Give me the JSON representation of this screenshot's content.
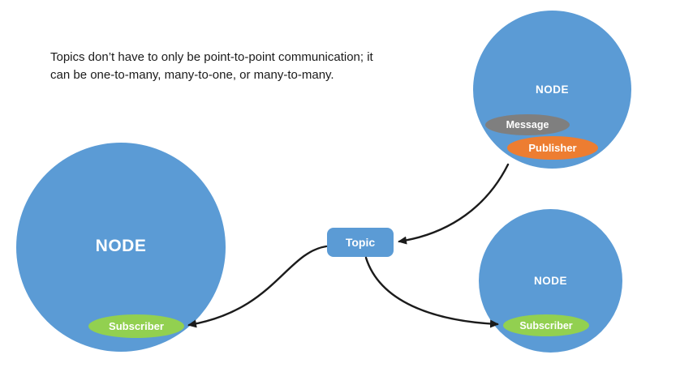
{
  "caption": {
    "line1": "Topics don’t have to only be point-to-point communication; it",
    "line2": "can be one-to-many, many-to-one, or many-to-many."
  },
  "nodes": {
    "left": {
      "label": "NODE"
    },
    "top_right": {
      "label": "NODE"
    },
    "bottom_right": {
      "label": "NODE"
    }
  },
  "badges": {
    "message": {
      "label": "Message",
      "color": "#7f7f7f"
    },
    "publisher": {
      "label": "Publisher",
      "color": "#ed7d31"
    },
    "subscriber_left": {
      "label": "Subscriber",
      "color": "#92d050"
    },
    "subscriber_right": {
      "label": "Subscriber",
      "color": "#92d050"
    }
  },
  "topic": {
    "label": "Topic",
    "color": "#5b9bd5"
  },
  "colors": {
    "node_blue": "#5b9bd5",
    "arrow": "#1b1b1b",
    "background": "#ffffff"
  }
}
